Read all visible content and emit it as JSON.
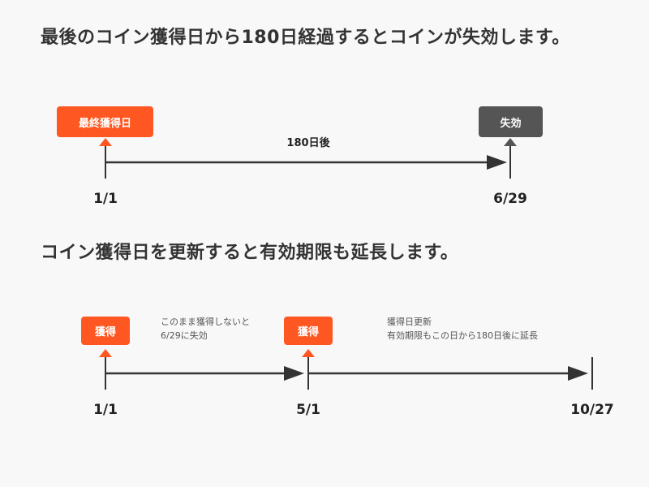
{
  "section1": {
    "heading": "最後のコイン獲得日から180日経過するとコインが失効します。",
    "start_badge": "最終獲得日",
    "end_badge": "失効",
    "span_label": "180日後",
    "start_date": "1/1",
    "end_date": "6/29"
  },
  "section2": {
    "heading": "コイン獲得日を更新すると有効期限も延長します。",
    "badge1": "獲得",
    "badge2": "獲得",
    "note1_line1": "このまま獲得しないと",
    "note1_line2": "6/29に失効",
    "note2_line1": "獲得日更新",
    "note2_line2": "有効期限もこの日から180日後に延長",
    "date1": "1/1",
    "date2": "5/1",
    "date3": "10/27"
  },
  "colors": {
    "accent": "#ff5722",
    "expired_badge": "#555555",
    "line": "#333333",
    "background": "#f8f8f9"
  }
}
